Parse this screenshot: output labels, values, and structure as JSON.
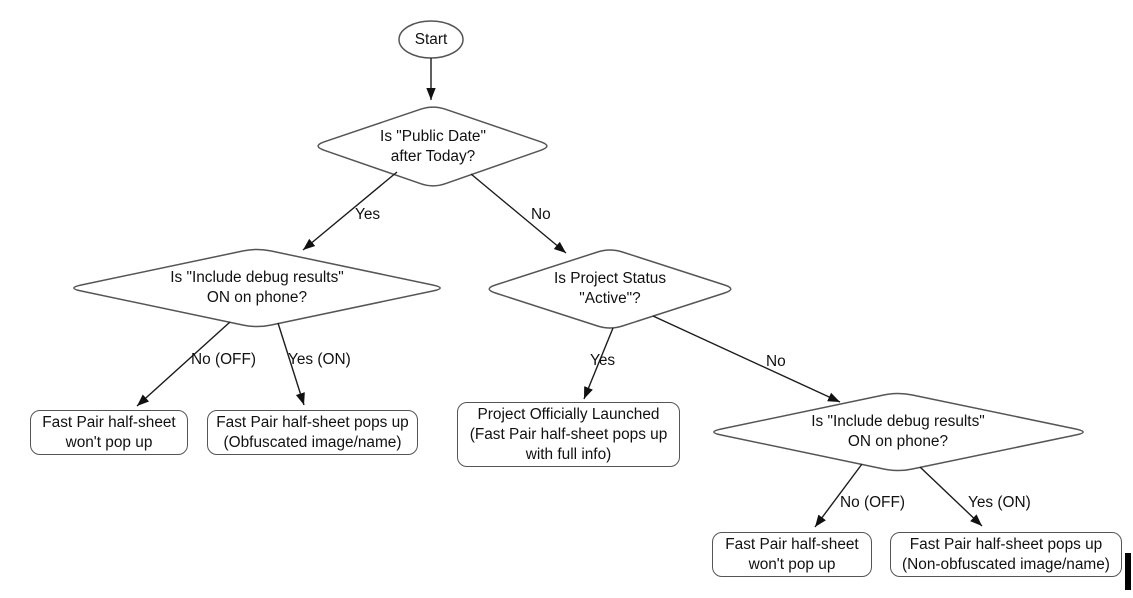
{
  "flowchart": {
    "nodes": {
      "start": {
        "type": "terminator",
        "label": "Start"
      },
      "public_date": {
        "type": "decision",
        "label": "Is \"Public Date\"\nafter Today?"
      },
      "debug_left": {
        "type": "decision",
        "label": "Is \"Include debug results\"\nON on phone?"
      },
      "project_status": {
        "type": "decision",
        "label": "Is Project Status\n\"Active\"?"
      },
      "debug_right": {
        "type": "decision",
        "label": "Is \"Include debug results\"\nON on phone?"
      },
      "no_popup_left": {
        "type": "result",
        "label": "Fast Pair half-sheet\nwon't pop up"
      },
      "obfuscated_popup": {
        "type": "result",
        "label": "Fast Pair half-sheet pops up\n(Obfuscated image/name)"
      },
      "launched": {
        "type": "result",
        "label": "Project Officially Launched\n(Fast Pair half-sheet pops up\nwith full info)"
      },
      "no_popup_right": {
        "type": "result",
        "label": "Fast Pair half-sheet\nwon't pop up"
      },
      "non_obfuscated_popup": {
        "type": "result",
        "label": "Fast Pair half-sheet pops up\n(Non-obfuscated image/name)"
      }
    },
    "edge_labels": {
      "public_date_yes": "Yes",
      "public_date_no": "No",
      "debug_left_no": "No (OFF)",
      "debug_left_yes": "Yes (ON)",
      "project_status_yes": "Yes",
      "project_status_no": "No",
      "debug_right_no": "No (OFF)",
      "debug_right_yes": "Yes (ON)"
    },
    "colors": {
      "background": "#ffffff",
      "shape_stroke": "#555555",
      "edge_stroke": "#1c1c1c",
      "text": "#111111",
      "cursor_bar": "#000000"
    }
  }
}
